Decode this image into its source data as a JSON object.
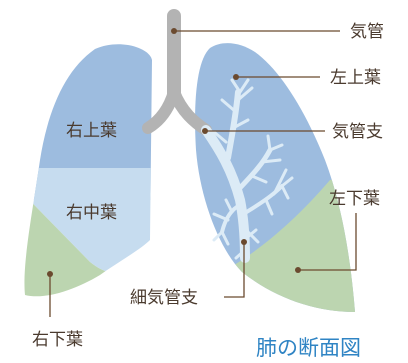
{
  "labels": {
    "trachea": "気管",
    "left_upper_lobe": "左上葉",
    "bronchus": "気管支",
    "left_lower_lobe": "左下葉",
    "bronchiole": "細気管支",
    "right_upper_lobe": "右上葉",
    "right_middle_lobe": "右中葉",
    "right_lower_lobe": "右下葉"
  },
  "title": "肺の断面図",
  "colors": {
    "upper_lobe": "#9dbcdf",
    "middle_lobe": "#c6dcef",
    "lower_lobe": "#bcd5b0",
    "airway": "#b3b3b3",
    "bronchial_tree": "#dcebf6",
    "leader_line": "#6b4a2f",
    "text": "#4a3a2e",
    "title": "#2f84c4"
  }
}
